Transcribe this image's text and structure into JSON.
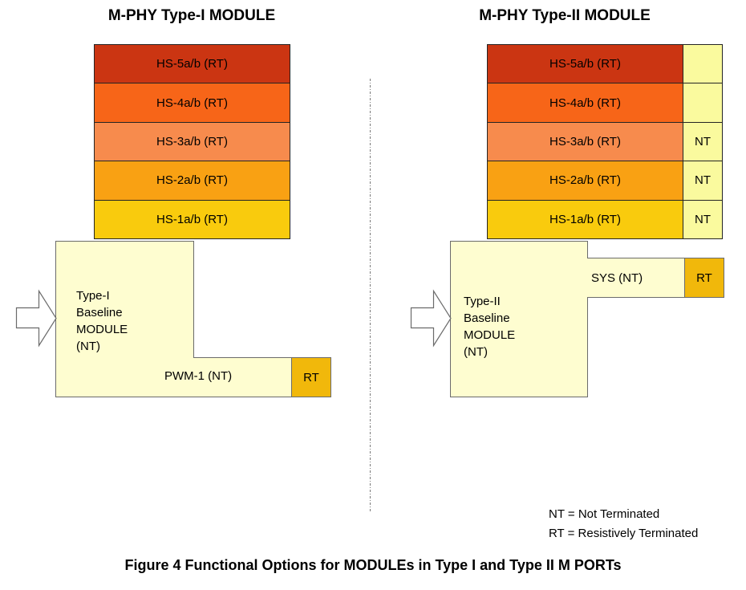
{
  "colors": {
    "hs5": "#CB3512",
    "hs4": "#F76518",
    "hs3": "#F78B4D",
    "hs2": "#F9A113",
    "hs1": "#F9CB0D",
    "rt_box": "#F1B80B",
    "nt_cell": "#FAFA9E",
    "cream": "#FEFDD0",
    "bar_border": "#242424",
    "shape_border": "#6B6B6B",
    "divider": "#7A7A7A",
    "text": "#000000"
  },
  "left_module": {
    "title": "M-PHY Type-I MODULE",
    "bars": [
      {
        "label": "HS-5a/b (RT)",
        "color_key": "hs5"
      },
      {
        "label": "HS-4a/b (RT)",
        "color_key": "hs4"
      },
      {
        "label": "HS-3a/b (RT)",
        "color_key": "hs3"
      },
      {
        "label": "HS-2a/b (RT)",
        "color_key": "hs2"
      },
      {
        "label": "HS-1a/b (RT)",
        "color_key": "hs1"
      }
    ],
    "baseline_lines": [
      "Type-I",
      "Baseline",
      "MODULE",
      "(NT)"
    ],
    "lane_label": "PWM-1 (NT)",
    "rt_label": "RT"
  },
  "right_module": {
    "title": "M-PHY Type-II MODULE",
    "bars": [
      {
        "label": "HS-5a/b (RT)",
        "color_key": "hs5",
        "nt": ""
      },
      {
        "label": "HS-4a/b (RT)",
        "color_key": "hs4",
        "nt": ""
      },
      {
        "label": "HS-3a/b (RT)",
        "color_key": "hs3",
        "nt": "NT"
      },
      {
        "label": "HS-2a/b (RT)",
        "color_key": "hs2",
        "nt": "NT"
      },
      {
        "label": "HS-1a/b (RT)",
        "color_key": "hs1",
        "nt": "NT"
      }
    ],
    "baseline_lines": [
      "Type-II",
      "Baseline",
      "MODULE",
      "(NT)"
    ],
    "lane_label": "SYS (NT)",
    "rt_label": "RT"
  },
  "legend": {
    "lines": [
      "NT = Not Terminated",
      "RT = Resistively Terminated"
    ]
  },
  "caption": "Figure 4 Functional Options for MODULEs in Type I and Type II M PORTs"
}
